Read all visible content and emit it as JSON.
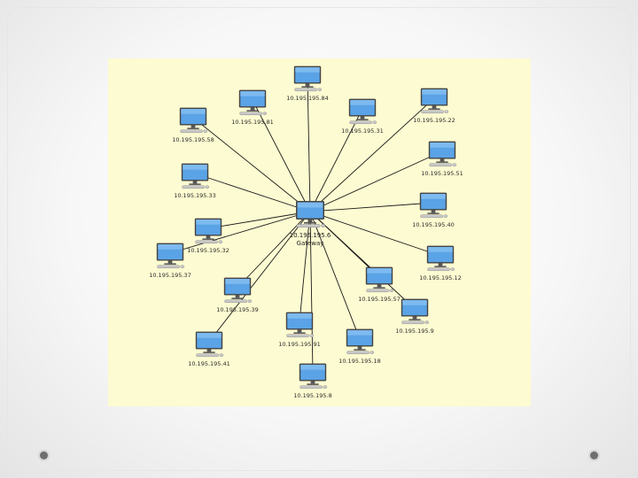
{
  "colors": {
    "panel_background": "#fdfbd1",
    "link_line": "#1a1a1a",
    "monitor_screen": "#5aa3e6",
    "monitor_frame": "#444444",
    "keyboard": "#c9c9c9"
  },
  "diagram": {
    "hub": {
      "icon": "desktop-computer-icon",
      "label_line1": "10.195.195.6",
      "label_line2": "Gateway"
    },
    "nodes": [
      {
        "label": "10.195.195.84",
        "icon": "desktop-computer-icon"
      },
      {
        "label": "10.195.195.81",
        "icon": "desktop-computer-icon"
      },
      {
        "label": "10.195.195.31",
        "icon": "desktop-computer-icon"
      },
      {
        "label": "10.195.195.22",
        "icon": "desktop-computer-icon"
      },
      {
        "label": "10.195.195.58",
        "icon": "desktop-computer-icon"
      },
      {
        "label": "10.195.195.51",
        "icon": "desktop-computer-icon"
      },
      {
        "label": "10.195.195.33",
        "icon": "desktop-computer-icon"
      },
      {
        "label": "10.195.195.40",
        "icon": "desktop-computer-icon"
      },
      {
        "label": "10.195.195.32",
        "icon": "desktop-computer-icon"
      },
      {
        "label": "10.195.195.37",
        "icon": "desktop-computer-icon"
      },
      {
        "label": "10.195.195.12",
        "icon": "desktop-computer-icon"
      },
      {
        "label": "10.195.195.39",
        "icon": "desktop-computer-icon"
      },
      {
        "label": "10.195.195.57",
        "icon": "desktop-computer-icon"
      },
      {
        "label": "10.195.195.9",
        "icon": "desktop-computer-icon"
      },
      {
        "label": "10.195.195.91",
        "icon": "desktop-computer-icon"
      },
      {
        "label": "10.195.195.18",
        "icon": "desktop-computer-icon"
      },
      {
        "label": "10.195.195.41",
        "icon": "desktop-computer-icon"
      },
      {
        "label": "10.195.195.8",
        "icon": "desktop-computer-icon"
      }
    ]
  }
}
